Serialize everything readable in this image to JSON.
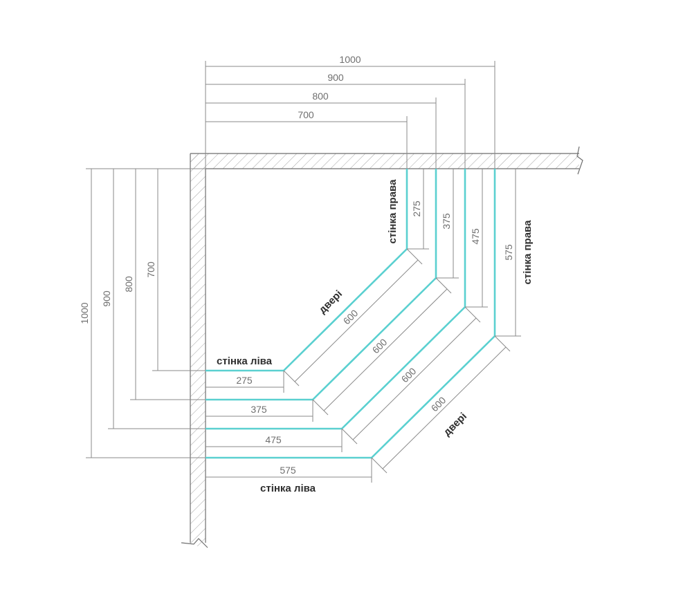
{
  "top_dims": [
    "1000",
    "900",
    "800",
    "700"
  ],
  "left_dims": [
    "1000",
    "900",
    "800",
    "700"
  ],
  "side_right_dims": [
    "275",
    "375",
    "475",
    "575"
  ],
  "bottom_dims": [
    "275",
    "375",
    "475",
    "575"
  ],
  "door_dims": [
    "600",
    "600",
    "600",
    "600"
  ],
  "labels": {
    "right_wall_inner": "стінка права",
    "right_wall_outer": "стінка права",
    "left_wall_top": "стінка ліва",
    "left_wall_bottom": "стінка ліва",
    "door_top": "двері",
    "door_bottom": "двері"
  },
  "colors": {
    "glass": "#5ad0d0",
    "dimension": "#8a8a8a",
    "wall": "#6e6e6e"
  }
}
